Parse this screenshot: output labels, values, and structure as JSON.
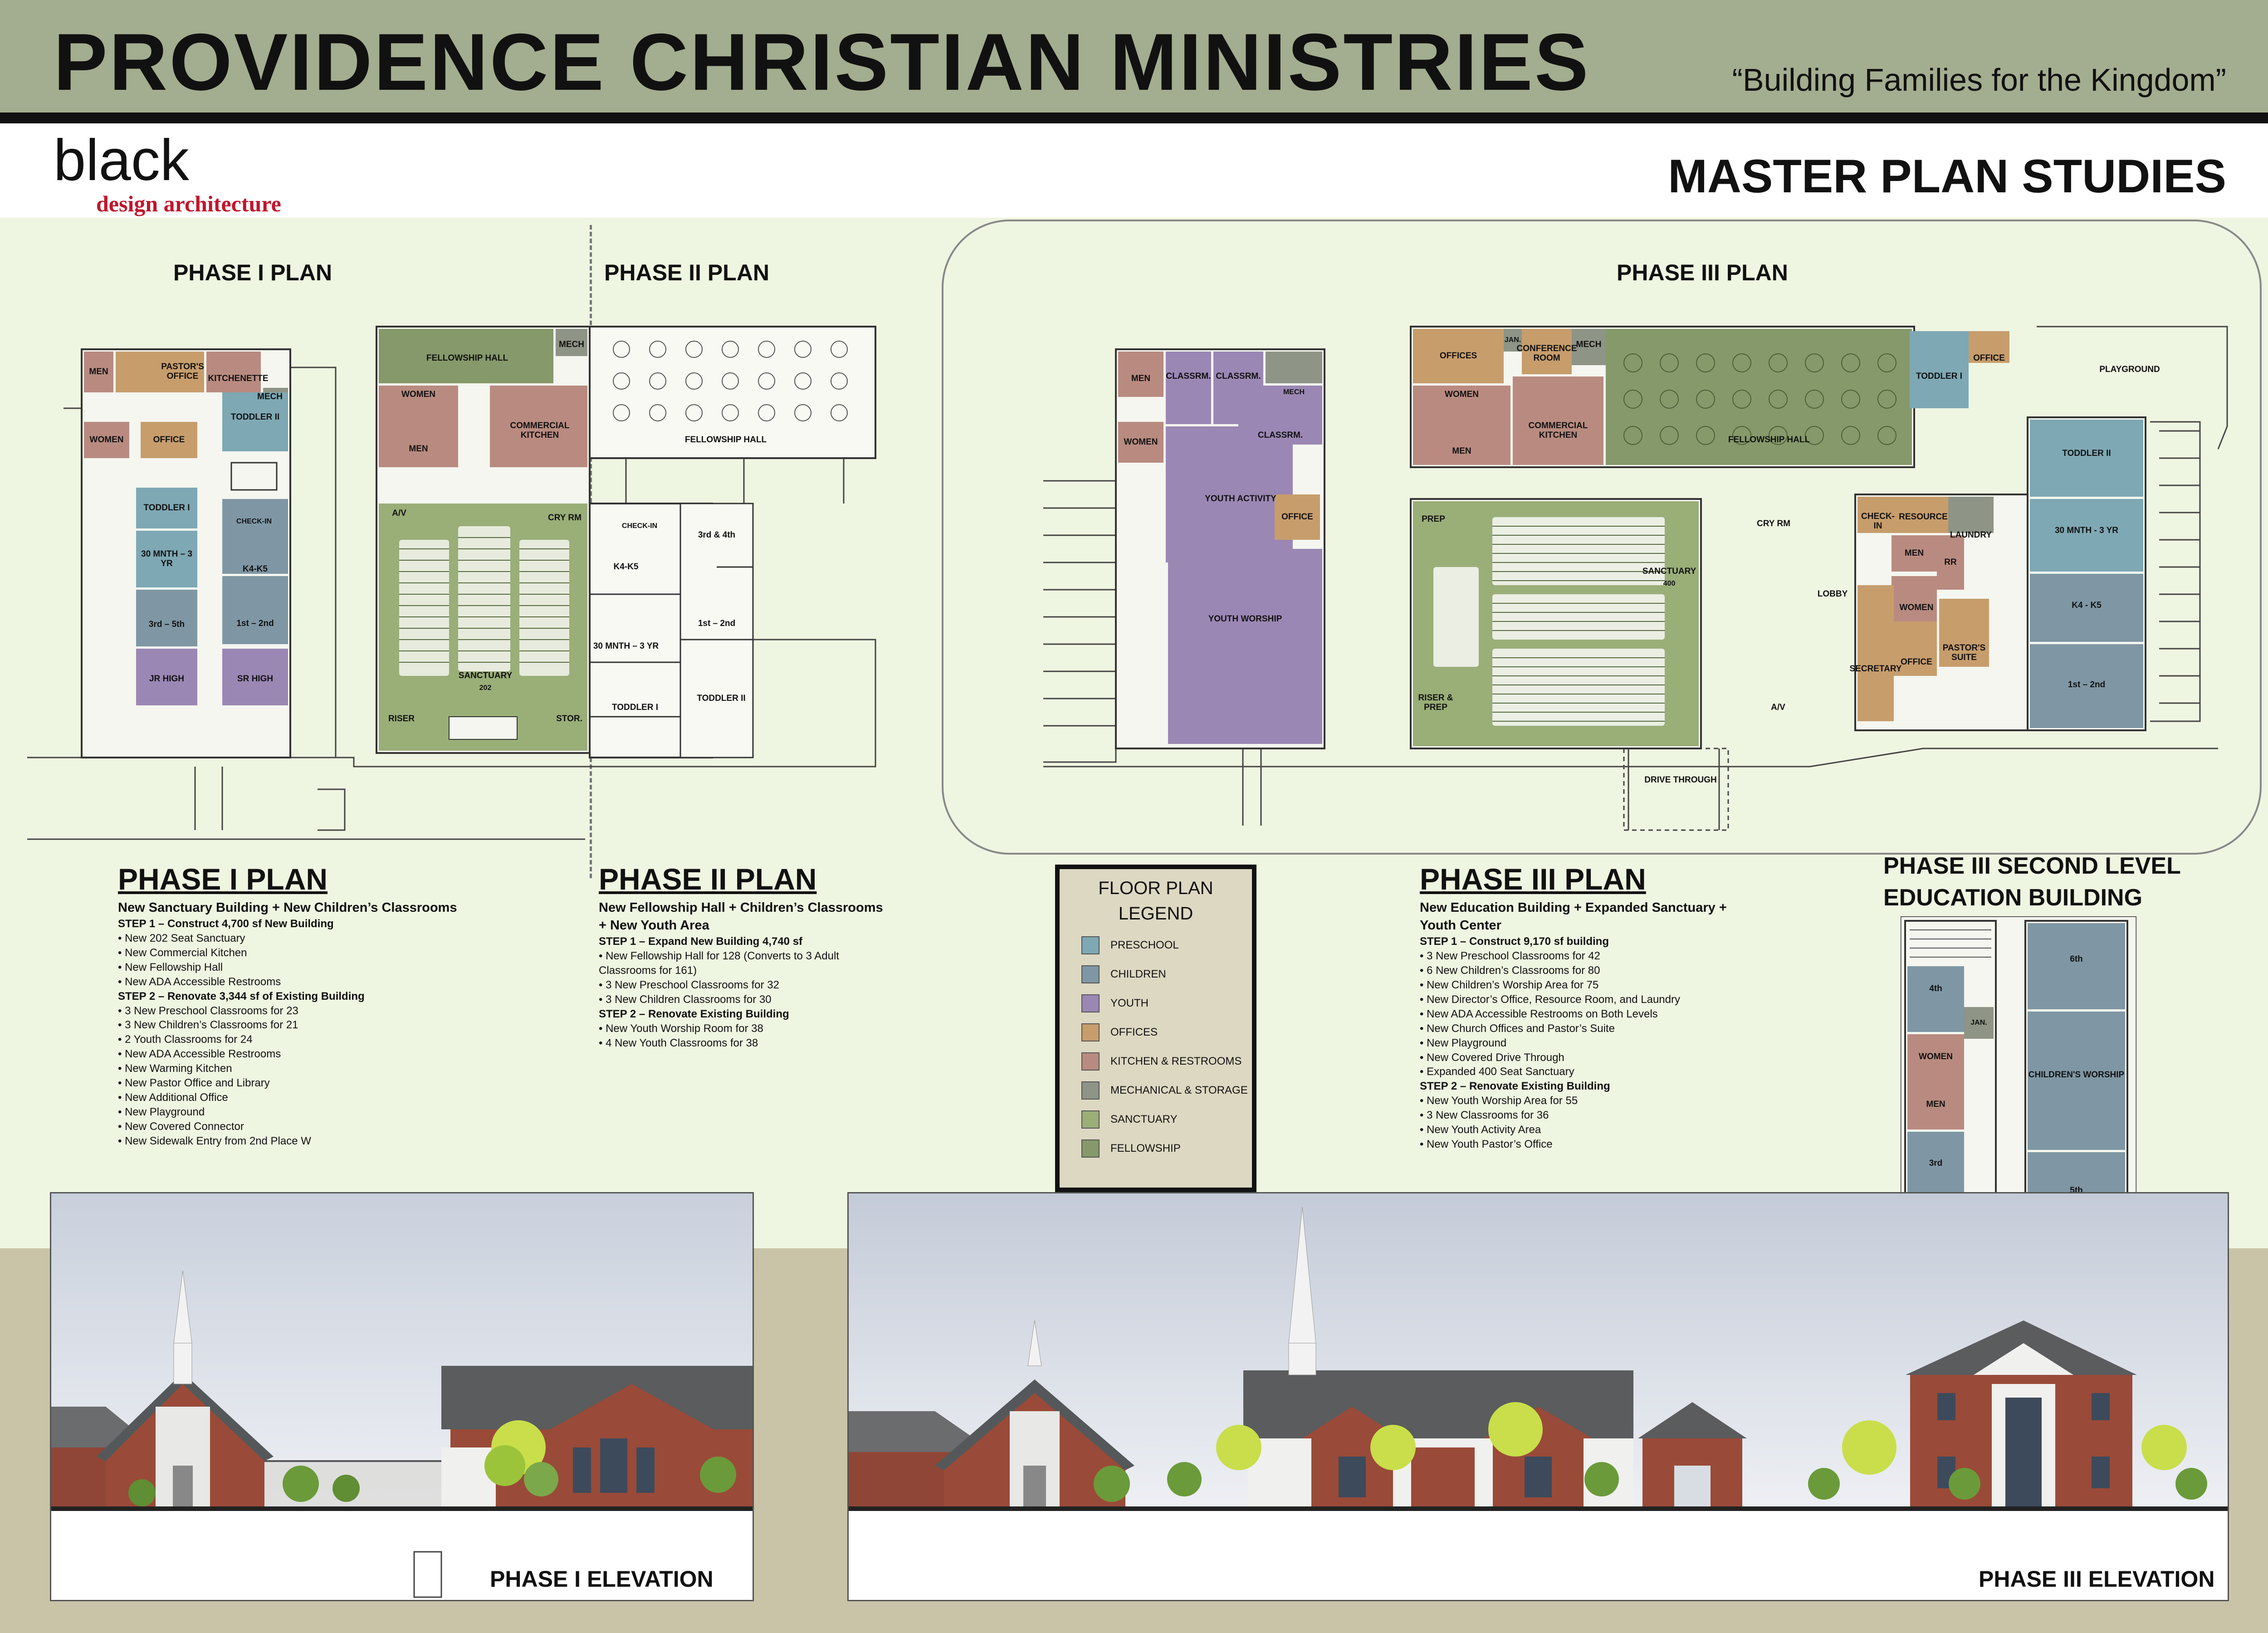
{
  "header": {
    "title": "PROVIDENCE CHRISTIAN MINISTRIES",
    "tagline": "“Building Families for the Kingdom”",
    "logo_main": "black",
    "logo_sub": "design architecture",
    "section_title": "MASTER PLAN STUDIES"
  },
  "plan_headings": {
    "phase1": "PHASE I PLAN",
    "phase2": "PHASE II PLAN",
    "phase3": "PHASE III PLAN"
  },
  "rooms": {
    "men": "MEN",
    "women": "WOMEN",
    "pastors_office": "PASTOR'S OFFICE",
    "kitchenette": "KITCHENETTE",
    "mech": "MECH",
    "office": "OFFICE",
    "toddler_ii": "TODDLER II",
    "toddler_i": "TODDLER I",
    "check_in": "CHECK-IN",
    "k4_k5": "K4-K5",
    "m30_3yr": "30 MNTH – 3 YR",
    "g3_5": "3rd – 5th",
    "g1_2": "1st – 2nd",
    "jr_high": "JR HIGH",
    "sr_high": "SR HIGH",
    "fellowship_hall": "FELLOWSHIP HALL",
    "commercial_kitchen": "COMMERCIAL KITCHEN",
    "av": "A/V",
    "cry_rm": "CRY RM",
    "sanctuary": "SANCTUARY",
    "seats_202": "202",
    "riser": "RISER",
    "stor": "STOR.",
    "g3_4": "3rd & 4th",
    "classrm": "CLASSRM.",
    "youth_activity": "YOUTH ACTIVITY",
    "youth_worship": "YOUTH WORSHIP",
    "offices": "OFFICES",
    "jan": "JAN.",
    "conference_room": "CONFERENCE ROOM",
    "playground": "PLAYGROUND",
    "prep": "PREP",
    "seats_400": "400",
    "lobby": "LOBBY",
    "resource": "RESOURCE",
    "laundry": "LAUNDRY",
    "rr": "RR",
    "secretary": "SECRETARY",
    "pastors_suite": "PASTOR'S SUITE",
    "riser_prep": "RISER & PREP",
    "k4_k5_b": "K4 - K5",
    "m30_3yr_b": "30 MNTH - 3 YR",
    "drive_through": "DRIVE THROUGH",
    "g4": "4th",
    "g6": "6th",
    "g3": "3rd",
    "g5": "5th",
    "childrens_worship": "CHILDREN'S WORSHIP"
  },
  "descriptions": {
    "phase1": {
      "title": "PHASE I PLAN",
      "subtitle": "New Sanctuary Building + New Children’s Classrooms",
      "items": [
        {
          "text": "STEP 1 – Construct 4,700 sf New Building",
          "step": true
        },
        {
          "text": "• New 202 Seat Sanctuary"
        },
        {
          "text": "• New Commercial Kitchen"
        },
        {
          "text": "• New Fellowship Hall"
        },
        {
          "text": "• New ADA Accessible Restrooms"
        },
        {
          "text": "STEP 2 – Renovate 3,344 sf of Existing Building",
          "step": true
        },
        {
          "text": "• 3 New Preschool Classrooms for 23"
        },
        {
          "text": "• 3 New Children’s Classrooms for 21"
        },
        {
          "text": "• 2 Youth Classrooms for 24"
        },
        {
          "text": "• New ADA Accessible Restrooms"
        },
        {
          "text": "• New Warming Kitchen"
        },
        {
          "text": "• New Pastor Office and Library"
        },
        {
          "text": "• New Additional Office"
        },
        {
          "text": "• New Playground"
        },
        {
          "text": "• New Covered Connector"
        },
        {
          "text": "• New Sidewalk Entry from 2nd Place W"
        }
      ]
    },
    "phase2": {
      "title": "PHASE II PLAN",
      "subtitle": "New Fellowship Hall + Children’s Classrooms + New Youth Area",
      "items": [
        {
          "text": "STEP 1 – Expand New Building 4,740 sf",
          "step": true
        },
        {
          "text": "• New Fellowship Hall for 128 (Converts to 3 Adult"
        },
        {
          "text": "Classrooms for 161)"
        },
        {
          "text": "• 3 New Preschool Classrooms for 32"
        },
        {
          "text": "• 3 New Children Classrooms for 30"
        },
        {
          "text": "STEP 2 – Renovate Existing Building",
          "step": true
        },
        {
          "text": "• New Youth Worship Room for 38"
        },
        {
          "text": "• 4 New Youth Classrooms for 38"
        }
      ]
    },
    "phase3": {
      "title": "PHASE III PLAN",
      "subtitle": "New Education Building + Expanded Sanctuary + Youth Center",
      "items": [
        {
          "text": "STEP 1 – Construct 9,170 sf building",
          "step": true
        },
        {
          "text": "• 3 New Preschool Classrooms for 42"
        },
        {
          "text": "• 6 New Children’s Classrooms for 80"
        },
        {
          "text": "• New Children’s Worship Area for 75"
        },
        {
          "text": "• New Director’s Office, Resource Room, and Laundry"
        },
        {
          "text": "• New ADA Accessible Restrooms on Both Levels"
        },
        {
          "text": "• New Church Offices and Pastor’s Suite"
        },
        {
          "text": "• New Playground"
        },
        {
          "text": "• New Covered Drive Through"
        },
        {
          "text": "• Expanded 400 Seat Sanctuary"
        },
        {
          "text": "STEP 2 – Renovate Existing Building",
          "step": true
        },
        {
          "text": "• New Youth Worship Area for 55"
        },
        {
          "text": "• 3 New Classrooms for 36"
        },
        {
          "text": "• New Youth Activity Area"
        },
        {
          "text": "• New Youth Pastor’s Office"
        }
      ]
    },
    "second_level_title": "PHASE III SECOND LEVEL EDUCATION BUILDING"
  },
  "legend": {
    "title": "FLOOR PLAN LEGEND",
    "items": [
      {
        "label": "PRESCHOOL",
        "color": "#7ea8b4"
      },
      {
        "label": "CHILDREN",
        "color": "#7f97a4"
      },
      {
        "label": "YOUTH",
        "color": "#9b87b4"
      },
      {
        "label": "OFFICES",
        "color": "#c79d6c"
      },
      {
        "label": "KITCHEN & RESTROOMS",
        "color": "#b98b80"
      },
      {
        "label": "MECHANICAL & STORAGE",
        "color": "#8e9486"
      },
      {
        "label": "SANCTUARY",
        "color": "#9aae78"
      },
      {
        "label": "FELLOWSHIP",
        "color": "#86996a"
      }
    ]
  },
  "elevations": {
    "phase1_label": "PHASE I ELEVATION",
    "phase3_label": "PHASE III ELEVATION"
  },
  "colors": {
    "banner": "#a3ad8f",
    "background": "#eef5e1",
    "ground": "#c9c4a8",
    "accent_red": "#c0162c",
    "brick": "#9a4a38",
    "roof": "#5a5c5e"
  }
}
